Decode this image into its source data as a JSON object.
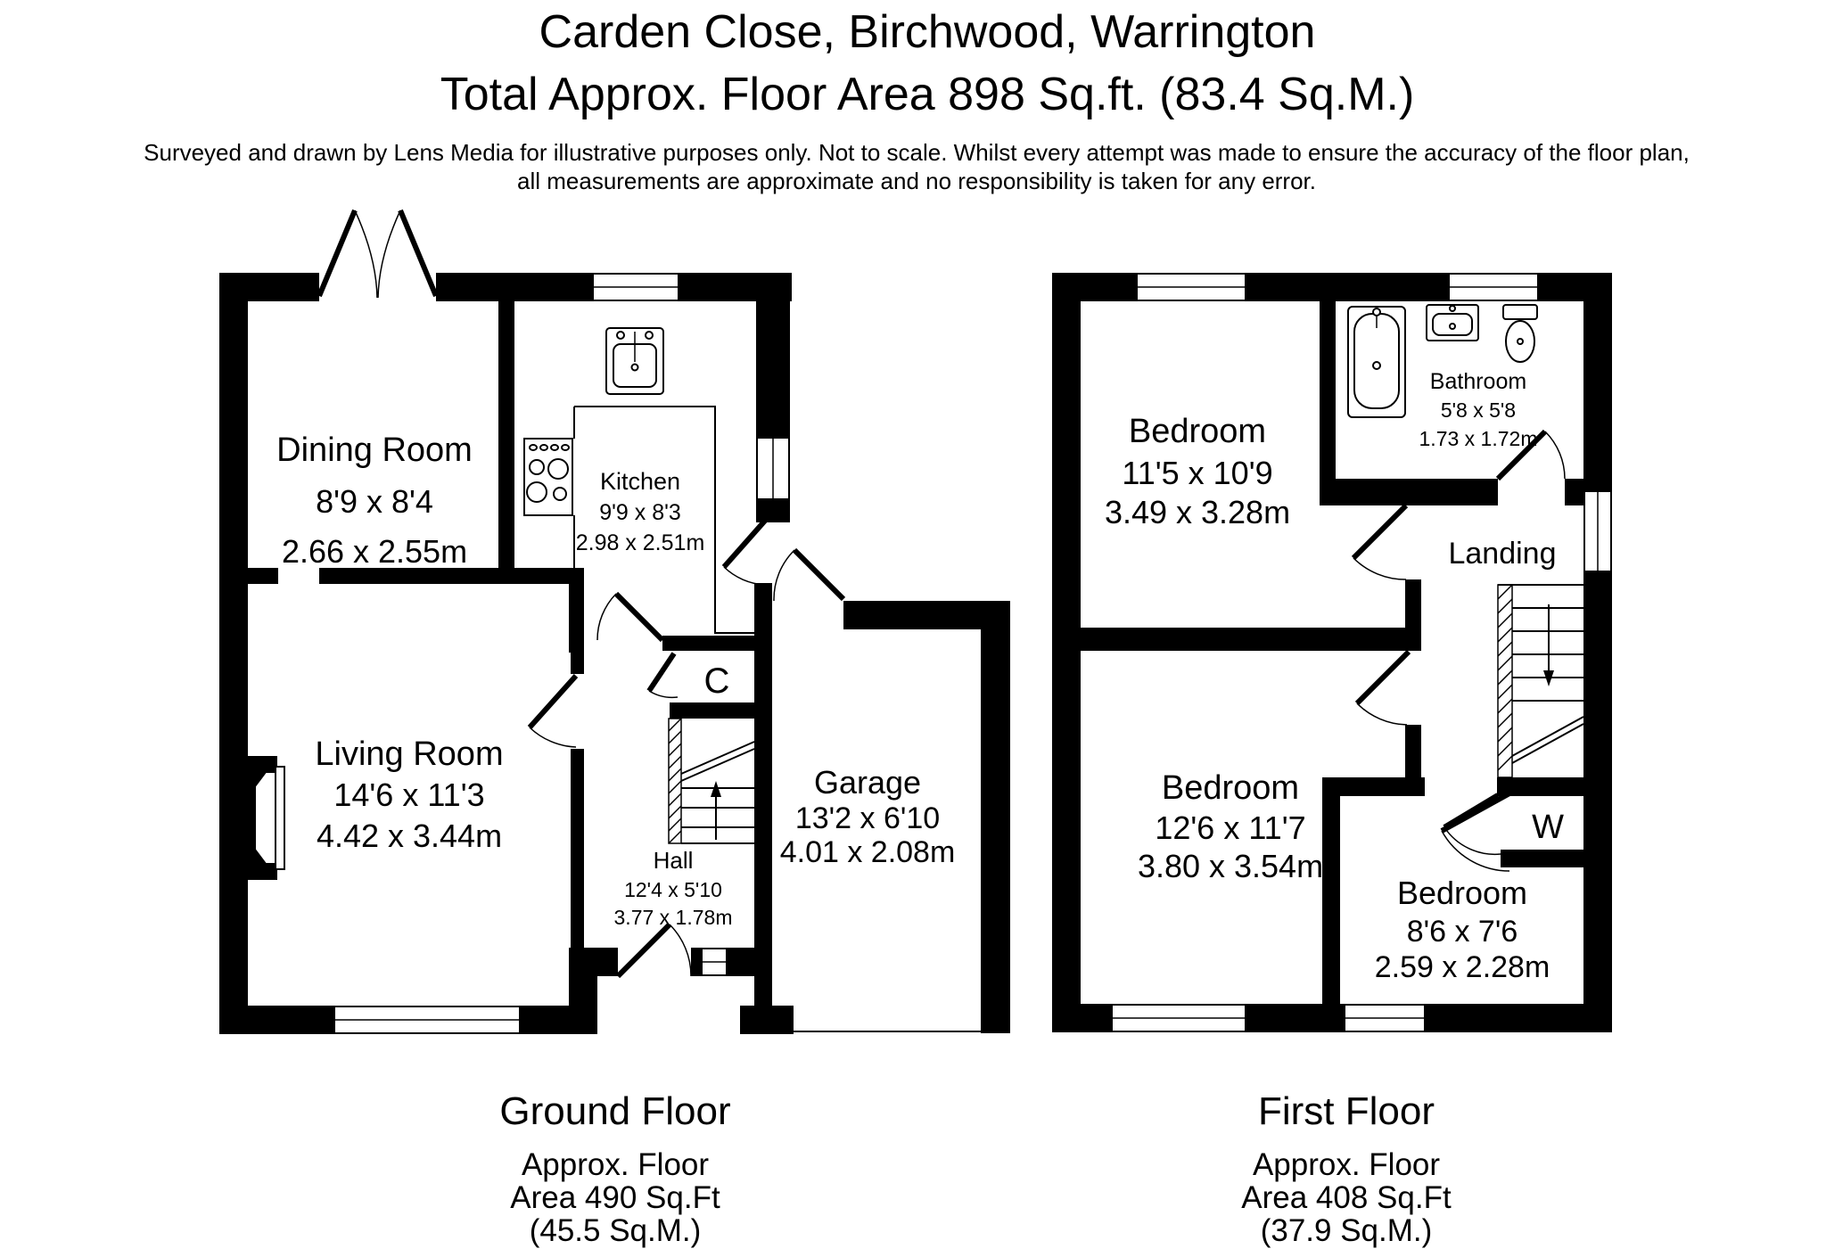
{
  "header": {
    "title": "Carden Close, Birchwood, Warrington",
    "subtitle": "Total Approx. Floor Area 898 Sq.ft. (83.4 Sq.M.)",
    "disclaimer_line1": "Surveyed and drawn by Lens Media for illustrative purposes only. Not to scale. Whilst every attempt was made to ensure the accuracy of the floor plan,",
    "disclaimer_line2": "all measurements are approximate and no responsibility is taken for any error."
  },
  "ground_floor": {
    "label": "Ground Floor",
    "area_line1": "Approx. Floor",
    "area_line2": "Area 490 Sq.Ft",
    "area_line3": "(45.5 Sq.M.)",
    "rooms": {
      "dining": {
        "name": "Dining Room",
        "imperial": "8'9 x 8'4",
        "metric": "2.66 x 2.55m"
      },
      "kitchen": {
        "name": "Kitchen",
        "imperial": "9'9 x 8'3",
        "metric": "2.98 x 2.51m"
      },
      "living": {
        "name": "Living Room",
        "imperial": "14'6 x 11'3",
        "metric": "4.42 x 3.44m"
      },
      "hall": {
        "name": "Hall",
        "imperial": "12'4 x 5'10",
        "metric": "3.77 x 1.78m"
      },
      "garage": {
        "name": "Garage",
        "imperial": "13'2 x 6'10",
        "metric": "4.01 x 2.08m"
      },
      "cupboard": {
        "name": "C"
      }
    }
  },
  "first_floor": {
    "label": "First Floor",
    "area_line1": "Approx. Floor",
    "area_line2": "Area 408 Sq.Ft",
    "area_line3": "(37.9 Sq.M.)",
    "rooms": {
      "bedroom1": {
        "name": "Bedroom",
        "imperial": "11'5 x 10'9",
        "metric": "3.49 x 3.28m"
      },
      "bathroom": {
        "name": "Bathroom",
        "imperial": "5'8 x 5'8",
        "metric": "1.73 x 1.72m"
      },
      "landing": {
        "name": "Landing"
      },
      "bedroom2": {
        "name": "Bedroom",
        "imperial": "12'6 x 11'7",
        "metric": "3.80 x 3.54m"
      },
      "bedroom3": {
        "name": "Bedroom",
        "imperial": "8'6 x 7'6",
        "metric": "2.59 x 2.28m"
      },
      "wardrobe": {
        "name": "W"
      }
    }
  },
  "colors": {
    "wall": "#000000",
    "background": "#ffffff"
  }
}
